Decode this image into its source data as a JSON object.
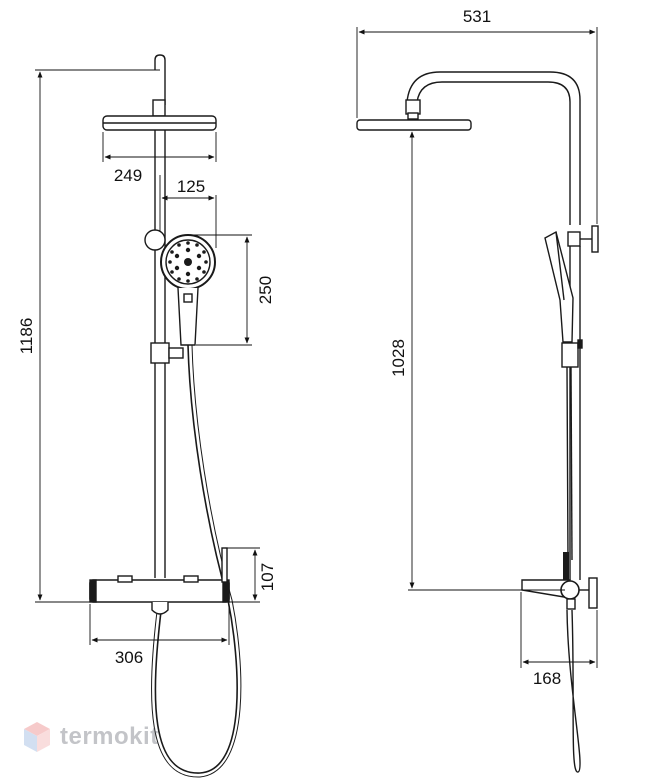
{
  "front_view": {
    "dim_overall_height": "1186",
    "dim_head_width": "249",
    "dim_hand_shower_offset": "125",
    "dim_hand_shower_height": "250",
    "dim_mixer_height": "107",
    "dim_mixer_width": "306"
  },
  "side_view": {
    "dim_arm_reach": "531",
    "dim_head_height": "1028",
    "dim_spout_projection": "168"
  },
  "watermark": {
    "brand": "termokit",
    "colors": {
      "cube_top": "#e86a6a",
      "cube_left": "#7fa6d8",
      "cube_right": "#f0a0a0"
    }
  },
  "colors": {
    "line": "#1a1a1a",
    "fill_dark": "#222222",
    "fill_light": "#f2f2f2"
  }
}
